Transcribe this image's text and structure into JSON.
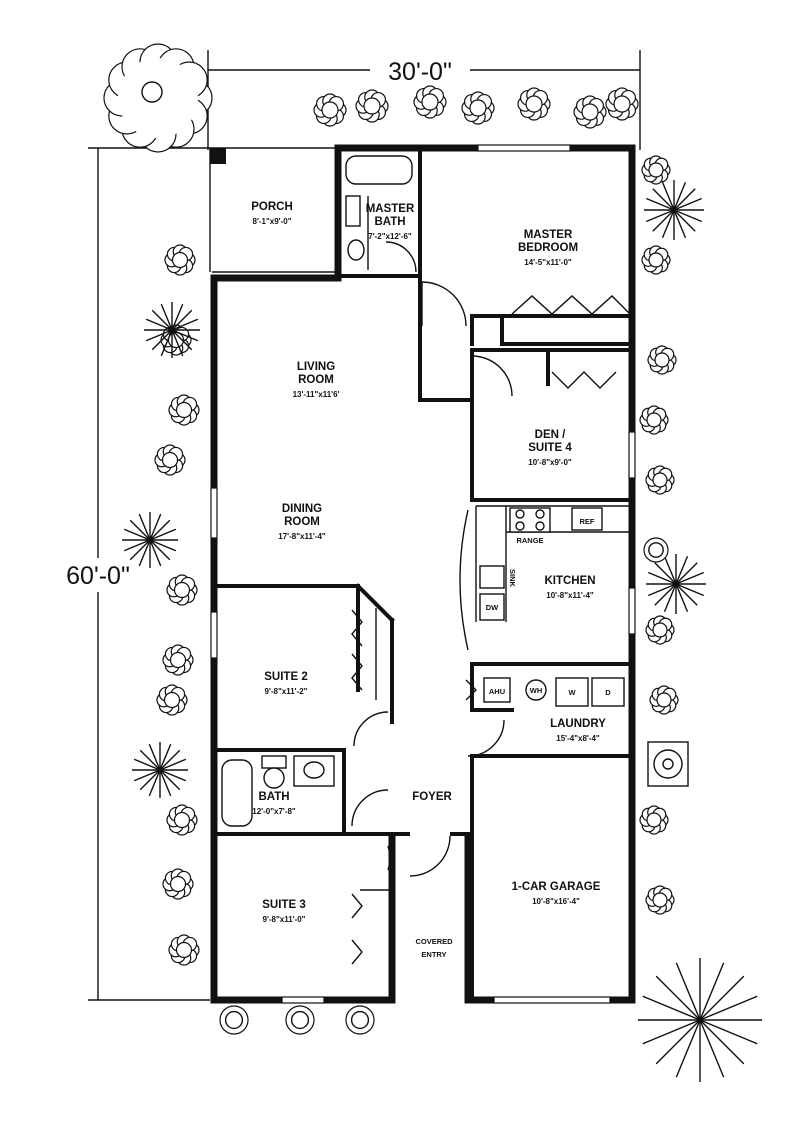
{
  "colors": {
    "ink": "#111111",
    "paper": "#ffffff"
  },
  "dimensions": {
    "width": "30'-0\"",
    "depth": "60'-0\""
  },
  "rooms": [
    {
      "id": "porch",
      "name_lines": [
        "PORCH"
      ],
      "size": "8'-1\"x9'-0\""
    },
    {
      "id": "master-bath",
      "name_lines": [
        "MASTER",
        "BATH"
      ],
      "size": "7'-2\"x12'-6\""
    },
    {
      "id": "master-bedroom",
      "name_lines": [
        "MASTER",
        "BEDROOM"
      ],
      "size": "14'-5\"x11'-0\""
    },
    {
      "id": "living-room",
      "name_lines": [
        "LIVING",
        "ROOM"
      ],
      "size": "13'-11\"x11'6'"
    },
    {
      "id": "den",
      "name_lines": [
        "DEN /",
        "SUITE 4"
      ],
      "size": "10'-8\"x9'-0\""
    },
    {
      "id": "dining-room",
      "name_lines": [
        "DINING",
        "ROOM"
      ],
      "size": "17'-8\"x11'-4\""
    },
    {
      "id": "kitchen",
      "name_lines": [
        "KITCHEN"
      ],
      "size": "10'-8\"x11'-4\""
    },
    {
      "id": "suite-2",
      "name_lines": [
        "SUITE 2"
      ],
      "size": "9'-8\"x11'-2\""
    },
    {
      "id": "laundry",
      "name_lines": [
        "LAUNDRY"
      ],
      "size": "15'-4\"x8'-4\""
    },
    {
      "id": "bath",
      "name_lines": [
        "BATH"
      ],
      "size": "12'-0\"x7'-8\""
    },
    {
      "id": "foyer",
      "name_lines": [
        "FOYER"
      ],
      "size": ""
    },
    {
      "id": "garage",
      "name_lines": [
        "1-CAR GARAGE"
      ],
      "size": "10'-8\"x16'-4\""
    },
    {
      "id": "suite-3",
      "name_lines": [
        "SUITE 3"
      ],
      "size": "9'-8\"x11'-0\""
    },
    {
      "id": "covered-entry",
      "name_lines": [
        "COVERED",
        "ENTRY"
      ],
      "size": ""
    }
  ],
  "appliances": {
    "range": "RANGE",
    "ref": "REF",
    "sink": "SINK",
    "dw": "DW",
    "ahu": "AHU",
    "wh": "WH",
    "washer": "W",
    "dryer": "D"
  }
}
